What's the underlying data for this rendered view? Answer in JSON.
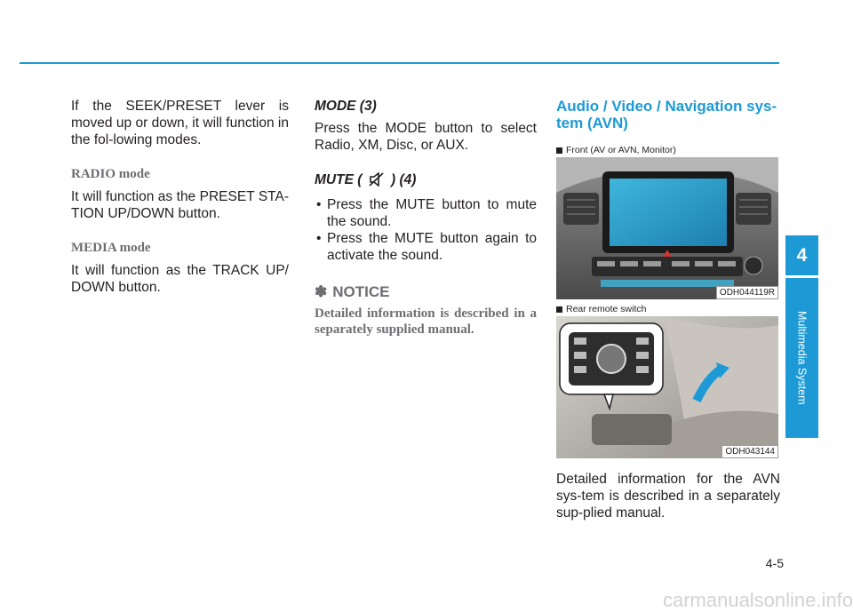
{
  "column1": {
    "intro": "If the SEEK/PRESET lever is moved up or down, it will function in the fol-lowing modes.",
    "radio_heading": "RADIO mode",
    "radio_text": "It will function as the PRESET STA-TION UP/DOWN button.",
    "media_heading": "MEDIA mode",
    "media_text": "It will function as the TRACK UP/ DOWN button."
  },
  "column2": {
    "mode_heading": "MODE (3)",
    "mode_text": "Press the MODE button to select Radio, XM, Disc, or AUX.",
    "mute_heading_pre": "MUTE (",
    "mute_heading_post": ") (4)",
    "mute_icon": "speaker-muted-icon",
    "bullets": [
      "Press the MUTE button to mute the sound.",
      "Press the MUTE button again to activate the sound."
    ],
    "notice_symbol": "✽",
    "notice_heading": "NOTICE",
    "notice_text": "Detailed information is described in a separately supplied manual."
  },
  "column3": {
    "section_title": "Audio / Video / Navigation sys-tem (AVN)",
    "figure1_caption": "Front (AV or AVN, Monitor)",
    "figure1_code": "ODH044119R",
    "figure2_caption": "Rear remote switch",
    "figure2_code": "ODH043144",
    "body": "Detailed information for the AVN sys-tem is described in a separately sup-plied manual."
  },
  "side_tab": {
    "chapter_number": "4",
    "chapter_title": "Multimedia System"
  },
  "page_number": "4-5",
  "watermark": "carmanualsonline.info",
  "colors": {
    "accent": "#1d9ad6",
    "grey_heading": "#6d6e71"
  }
}
